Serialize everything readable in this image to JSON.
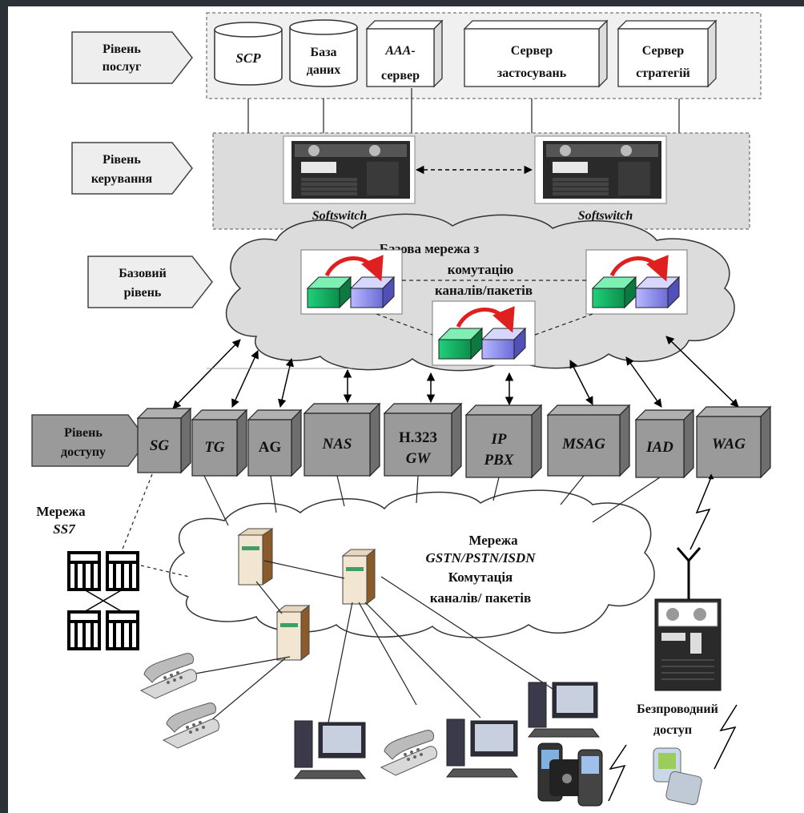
{
  "levels": {
    "services": [
      "Рівень",
      "послуг"
    ],
    "control": [
      "Рівень",
      "керування"
    ],
    "core": [
      "Базовий",
      "рівень"
    ],
    "access": [
      "Рівень",
      "доступу"
    ]
  },
  "service_boxes": {
    "scp": "SCP",
    "db": [
      "База",
      "даних"
    ],
    "aaa": [
      "AAA-",
      "сервер"
    ],
    "app_server": [
      "Сервер",
      "застосувань"
    ],
    "policy_server": [
      "Сервер",
      "стратегій"
    ]
  },
  "softswitch_label": "Softswitch",
  "core_network": [
    "Базова мережа з",
    "комутацію",
    "каналів/пакетів"
  ],
  "access_gateways": {
    "sg": "SG",
    "tg": "TG",
    "ag": "AG",
    "nas": "NAS",
    "h323": [
      "H.323",
      "GW"
    ],
    "ippbx": [
      "IP",
      "PBX"
    ],
    "msag": "MSAG",
    "iad": "IAD",
    "wag": "WAG"
  },
  "ss7": [
    "Мережа",
    "SS7"
  ],
  "gstn": [
    "Мережа",
    "GSTN/PSTN/ISDN",
    "Комутація",
    "каналів/ пакетів"
  ],
  "wireless": [
    "Безпроводний",
    "доступ"
  ]
}
